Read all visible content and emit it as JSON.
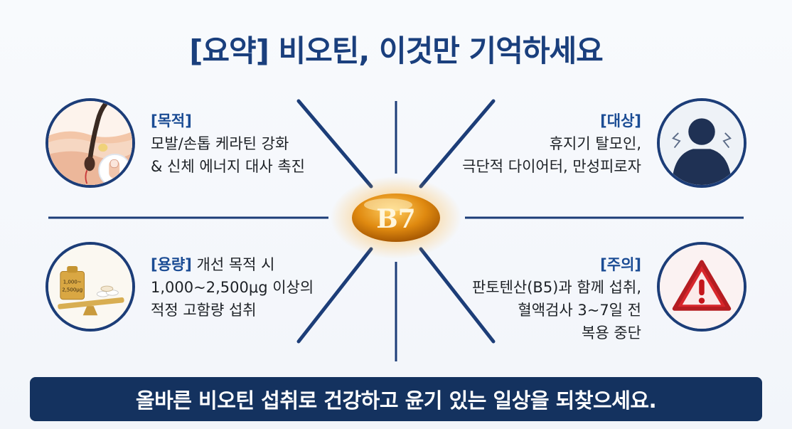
{
  "title": "[요약] 비오틴, 이것만 기억하세요",
  "center": {
    "label": "B7"
  },
  "quadrants": {
    "purpose": {
      "heading": "[목적]",
      "lines": [
        "모발/손톱 케라틴 강화",
        "& 신체 에너지 대사 촉진"
      ]
    },
    "target": {
      "heading": "[대상]",
      "lines": [
        "휴지기 탈모인,",
        "극단적 다이어터, 만성피로자"
      ]
    },
    "dosage": {
      "heading": "[용량]",
      "heading_suffix": " 개선 목적 시",
      "lines": [
        "1,000~2,500μg 이상의",
        "적정 고함량 섭취"
      ],
      "weight_label_1": "1,000~",
      "weight_label_2": "2,500μg"
    },
    "caution": {
      "heading": "[주의]",
      "lines": [
        "판토텐산(B5)과 함께 섭취,",
        "혈액검사 3~7일 전",
        "복용 중단"
      ]
    }
  },
  "banner": "올바른 비오틴 섭취로 건강하고 윤기 있는 일상을 되찾으세요.",
  "colors": {
    "title": "#1a3f7d",
    "heading": "#1b4c94",
    "banner_bg": "#14325f",
    "lines": "#1c3d78",
    "capsule": "#e08a10",
    "warning": "#d8262c"
  }
}
